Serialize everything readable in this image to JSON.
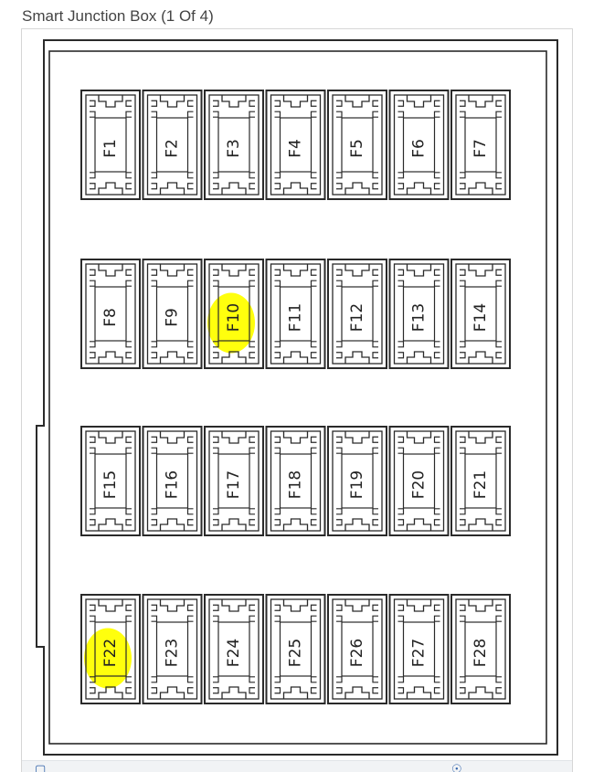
{
  "title": "Smart Junction Box (1 Of 4)",
  "highlight_color": "#ffff00",
  "fuses": [
    {
      "label": "F1",
      "highlighted": false
    },
    {
      "label": "F2",
      "highlighted": false
    },
    {
      "label": "F3",
      "highlighted": false
    },
    {
      "label": "F4",
      "highlighted": false
    },
    {
      "label": "F5",
      "highlighted": false
    },
    {
      "label": "F6",
      "highlighted": false
    },
    {
      "label": "F7",
      "highlighted": false
    },
    {
      "label": "F8",
      "highlighted": false
    },
    {
      "label": "F9",
      "highlighted": false
    },
    {
      "label": "F10",
      "highlighted": true
    },
    {
      "label": "F11",
      "highlighted": false
    },
    {
      "label": "F12",
      "highlighted": false
    },
    {
      "label": "F13",
      "highlighted": false
    },
    {
      "label": "F14",
      "highlighted": false
    },
    {
      "label": "F15",
      "highlighted": false
    },
    {
      "label": "F16",
      "highlighted": false
    },
    {
      "label": "F17",
      "highlighted": false
    },
    {
      "label": "F18",
      "highlighted": false
    },
    {
      "label": "F19",
      "highlighted": false
    },
    {
      "label": "F20",
      "highlighted": false
    },
    {
      "label": "F21",
      "highlighted": false
    },
    {
      "label": "F22",
      "highlighted": true
    },
    {
      "label": "F23",
      "highlighted": false
    },
    {
      "label": "F24",
      "highlighted": false
    },
    {
      "label": "F25",
      "highlighted": false
    },
    {
      "label": "F26",
      "highlighted": false
    },
    {
      "label": "F27",
      "highlighted": false
    },
    {
      "label": "F28",
      "highlighted": false
    }
  ]
}
